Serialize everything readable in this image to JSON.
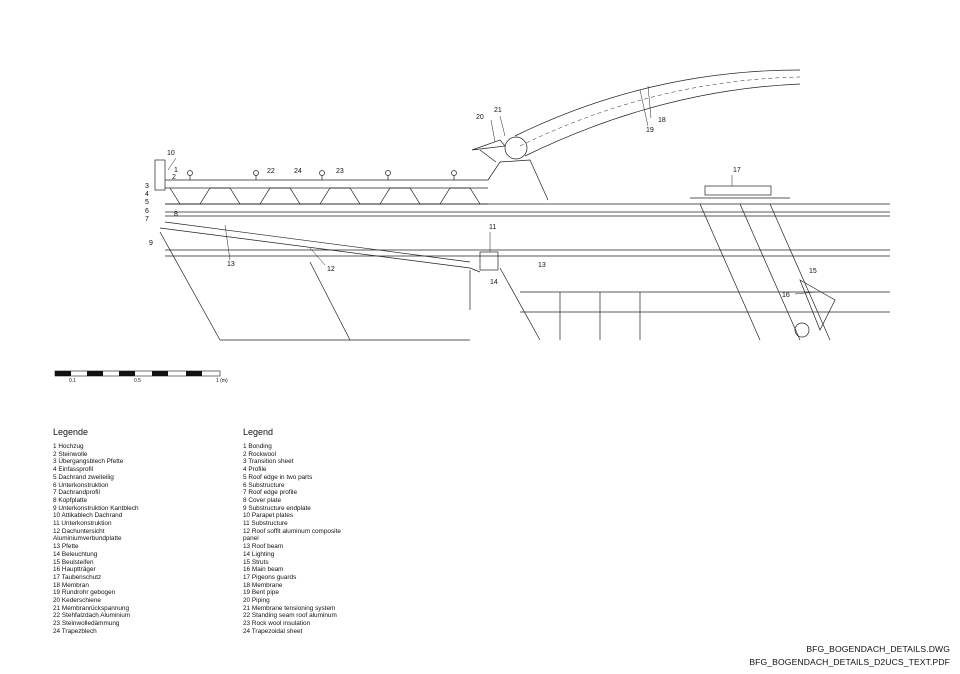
{
  "callouts": [
    {
      "id": "c1",
      "text": "1"
    },
    {
      "id": "c2",
      "text": "2"
    },
    {
      "id": "c3",
      "text": "3"
    },
    {
      "id": "c4",
      "text": "4"
    },
    {
      "id": "c5",
      "text": "5"
    },
    {
      "id": "c6",
      "text": "6"
    },
    {
      "id": "c7",
      "text": "7"
    },
    {
      "id": "c8",
      "text": "8"
    },
    {
      "id": "c9",
      "text": "9"
    },
    {
      "id": "c10",
      "text": "10"
    },
    {
      "id": "c11",
      "text": "11"
    },
    {
      "id": "c12",
      "text": "12"
    },
    {
      "id": "c13a",
      "text": "13"
    },
    {
      "id": "c13b",
      "text": "13"
    },
    {
      "id": "c14",
      "text": "14"
    },
    {
      "id": "c15",
      "text": "15"
    },
    {
      "id": "c16",
      "text": "16"
    },
    {
      "id": "c17",
      "text": "17"
    },
    {
      "id": "c18",
      "text": "18"
    },
    {
      "id": "c19",
      "text": "19"
    },
    {
      "id": "c20",
      "text": "20"
    },
    {
      "id": "c21",
      "text": "21"
    },
    {
      "id": "c22",
      "text": "22"
    },
    {
      "id": "c23",
      "text": "23"
    },
    {
      "id": "c24",
      "text": "24"
    }
  ],
  "scale_bar": {
    "labels": [
      "0.1",
      "0.5",
      "1 (m)"
    ]
  },
  "legend_de": {
    "title": "Legende",
    "items": [
      "1 Hochzug",
      "2 Steinwolle",
      "3 Übergangsblech Pfette",
      "4 Einfassprofil",
      "5 Dachrand zweiteilig",
      "6 Unterkonstruktion",
      "7 Dachrandprofil",
      "8 Kopfplatte",
      "9 Unterkonstruktion Kantblech",
      "10 Attikablech Dachrand",
      "11 Unterkonstruktion",
      "12 Dachuntersicht",
      "Aluminiumverbundplatte",
      "13 Pfette",
      "14 Beleuchtung",
      "15 Beulsteifen",
      "16 Hauptträger",
      "17 Taubenschutz",
      "18 Membran",
      "19 Rundrohr gebogen",
      "20 Kederschiene",
      "21 Membranrückspannung",
      "22 Stehfalzdach Aluminium",
      "23 Steinwolledämmung",
      "24 Trapezblech"
    ]
  },
  "legend_en": {
    "title": "Legend",
    "items": [
      "1 Bonding",
      "2 Rockwool",
      "3 Transition sheet",
      "4 Profile",
      "5 Roof edge in two parts",
      "6 Substructure",
      "7 Roof edge profile",
      "8 Cover plate",
      "9 Substructure endplate",
      "10 Parapet plates",
      "11 Substructure",
      "12 Roof soffit aluminum composite panel",
      "13 Roof beam",
      "14 Lighting",
      "15 Struts",
      "16 Main beam",
      "17 Pigeons guards",
      "18 Membrane",
      "19 Bent pipe",
      "20 Piping",
      "21 Membrane tensioning system",
      "22 Standing seam roof aluminum",
      "23 Rock wool insulation",
      "24 Trapezoidal sheet"
    ]
  },
  "files": {
    "dwg": "BFG_BOGENDACH_DETAILS.DWG",
    "pdf": "BFG_BOGENDACH_DETAILS_D2UCS_TEXT.PDF"
  }
}
